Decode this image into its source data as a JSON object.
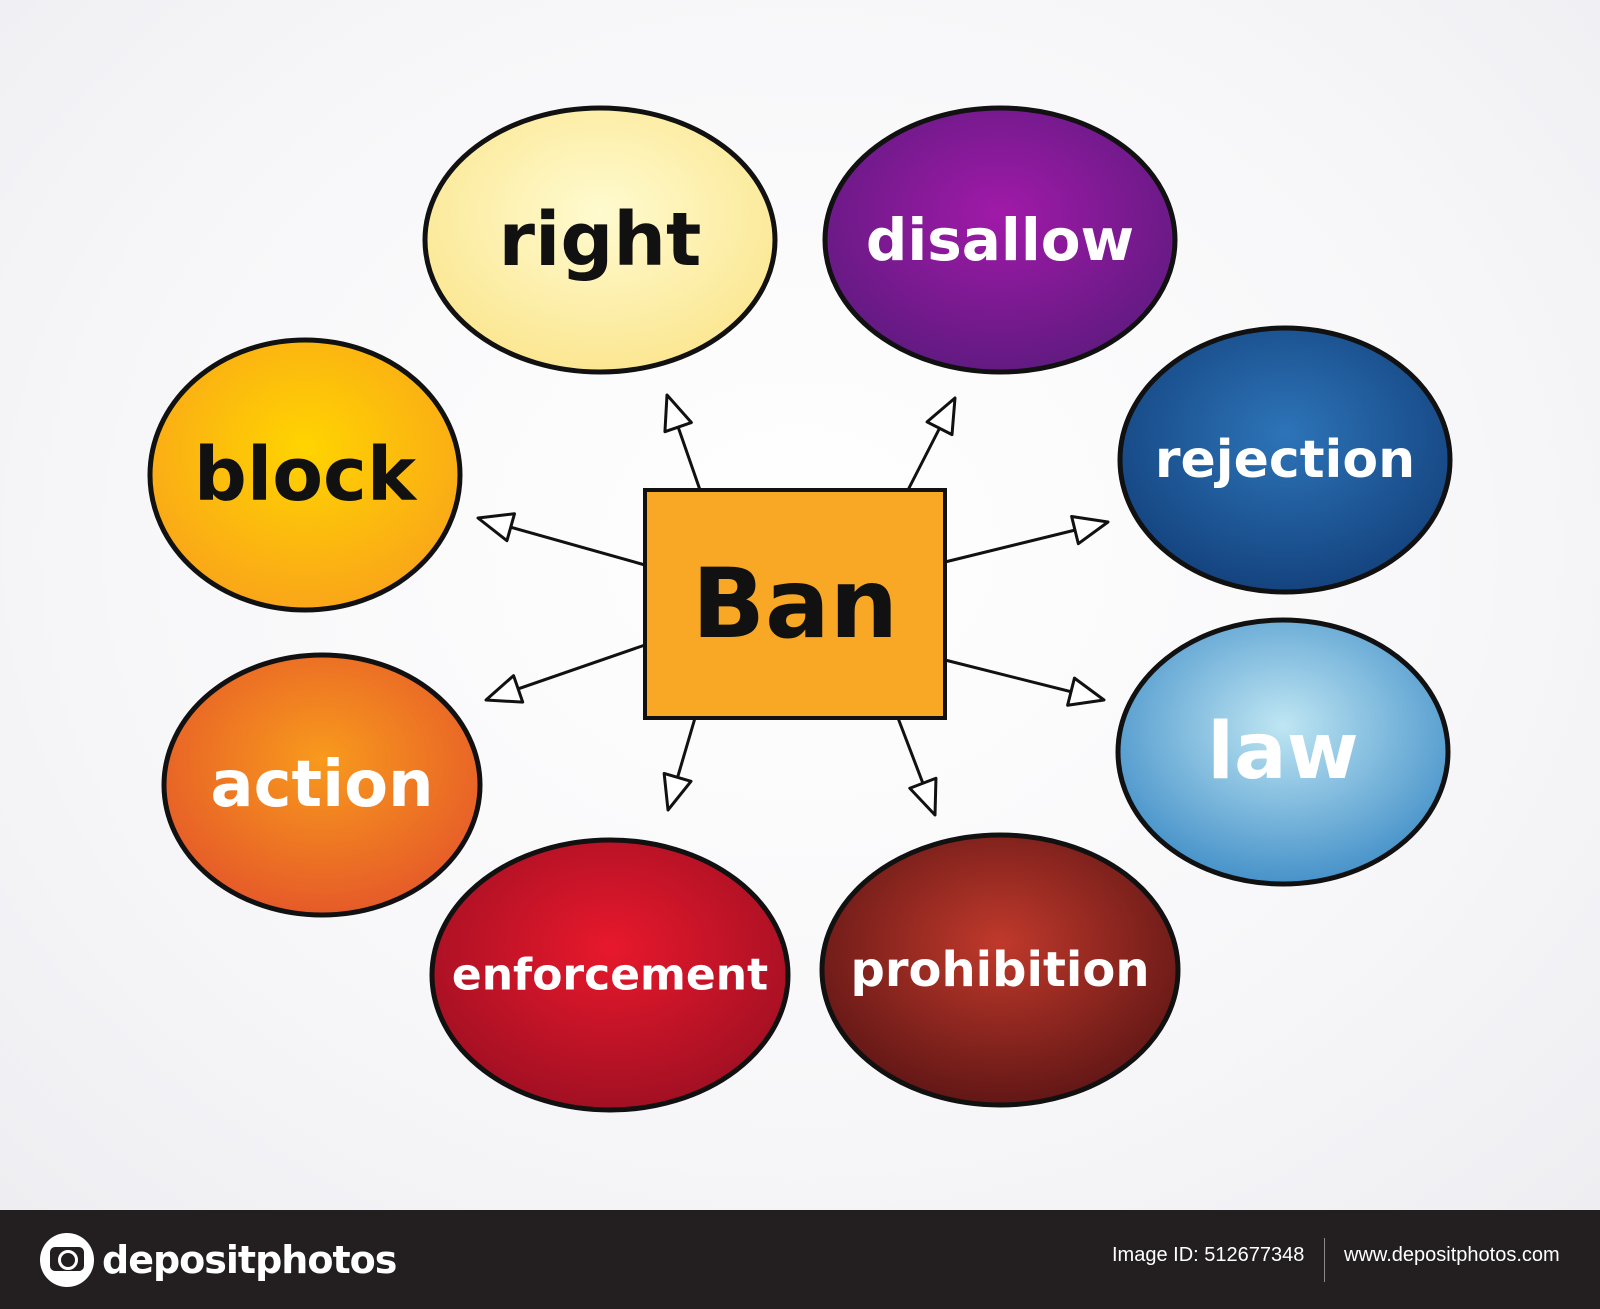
{
  "diagram": {
    "center": {
      "label": "Ban",
      "color": "#f9a825"
    },
    "nodes": [
      {
        "id": "right",
        "label": "right",
        "text_color": "#111111",
        "colors": [
          "#fffbd0",
          "#fbe58c"
        ]
      },
      {
        "id": "disallow",
        "label": "disallow",
        "text_color": "#ffffff",
        "colors": [
          "#a01aa8",
          "#5c1a7e"
        ]
      },
      {
        "id": "block",
        "label": "block",
        "text_color": "#111111",
        "colors": [
          "#ffd400",
          "#f9a21b"
        ]
      },
      {
        "id": "rejection",
        "label": "rejection",
        "text_color": "#ffffff",
        "colors": [
          "#2d74b8",
          "#123f7a"
        ]
      },
      {
        "id": "action",
        "label": "action",
        "text_color": "#ffffff",
        "colors": [
          "#f89a1c",
          "#e4552a"
        ]
      },
      {
        "id": "law",
        "label": "law",
        "text_color": "#ffffff",
        "colors": [
          "#bfe6f3",
          "#3c8bc6"
        ]
      },
      {
        "id": "enforcement",
        "label": "enforcement",
        "text_color": "#ffffff",
        "colors": [
          "#e8182c",
          "#9c0f22"
        ]
      },
      {
        "id": "prohibition",
        "label": "prohibition",
        "text_color": "#ffffff",
        "colors": [
          "#c0392b",
          "#5a1414"
        ]
      }
    ]
  },
  "footer": {
    "logo_text": "depositphotos",
    "image_id": "Image ID: 512677348",
    "site_url": "www.depositphotos.com"
  }
}
